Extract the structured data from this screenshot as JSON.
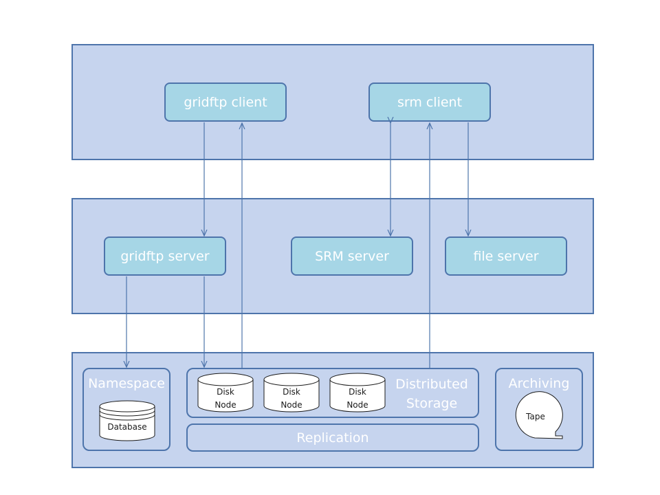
{
  "layers": {
    "client": {
      "gridftp_client": "gridftp client",
      "srm_client": "srm client"
    },
    "server": {
      "gridftp_server": "gridftp server",
      "srm_server": "SRM server",
      "file_server": "file server"
    },
    "storage": {
      "namespace": {
        "title": "Namespace",
        "database": "Database"
      },
      "distributed": {
        "title": "Distributed Storage",
        "disks": [
          "Disk Node",
          "Disk Node",
          "Disk Node"
        ]
      },
      "replication": "Replication",
      "archiving": {
        "title": "Archiving",
        "tape": "Tape"
      }
    }
  },
  "colors": {
    "layer_fill": "#c6d4ee",
    "node_fill": "#a6d6e6",
    "border": "#4d74ab",
    "text": "#ffffff"
  }
}
